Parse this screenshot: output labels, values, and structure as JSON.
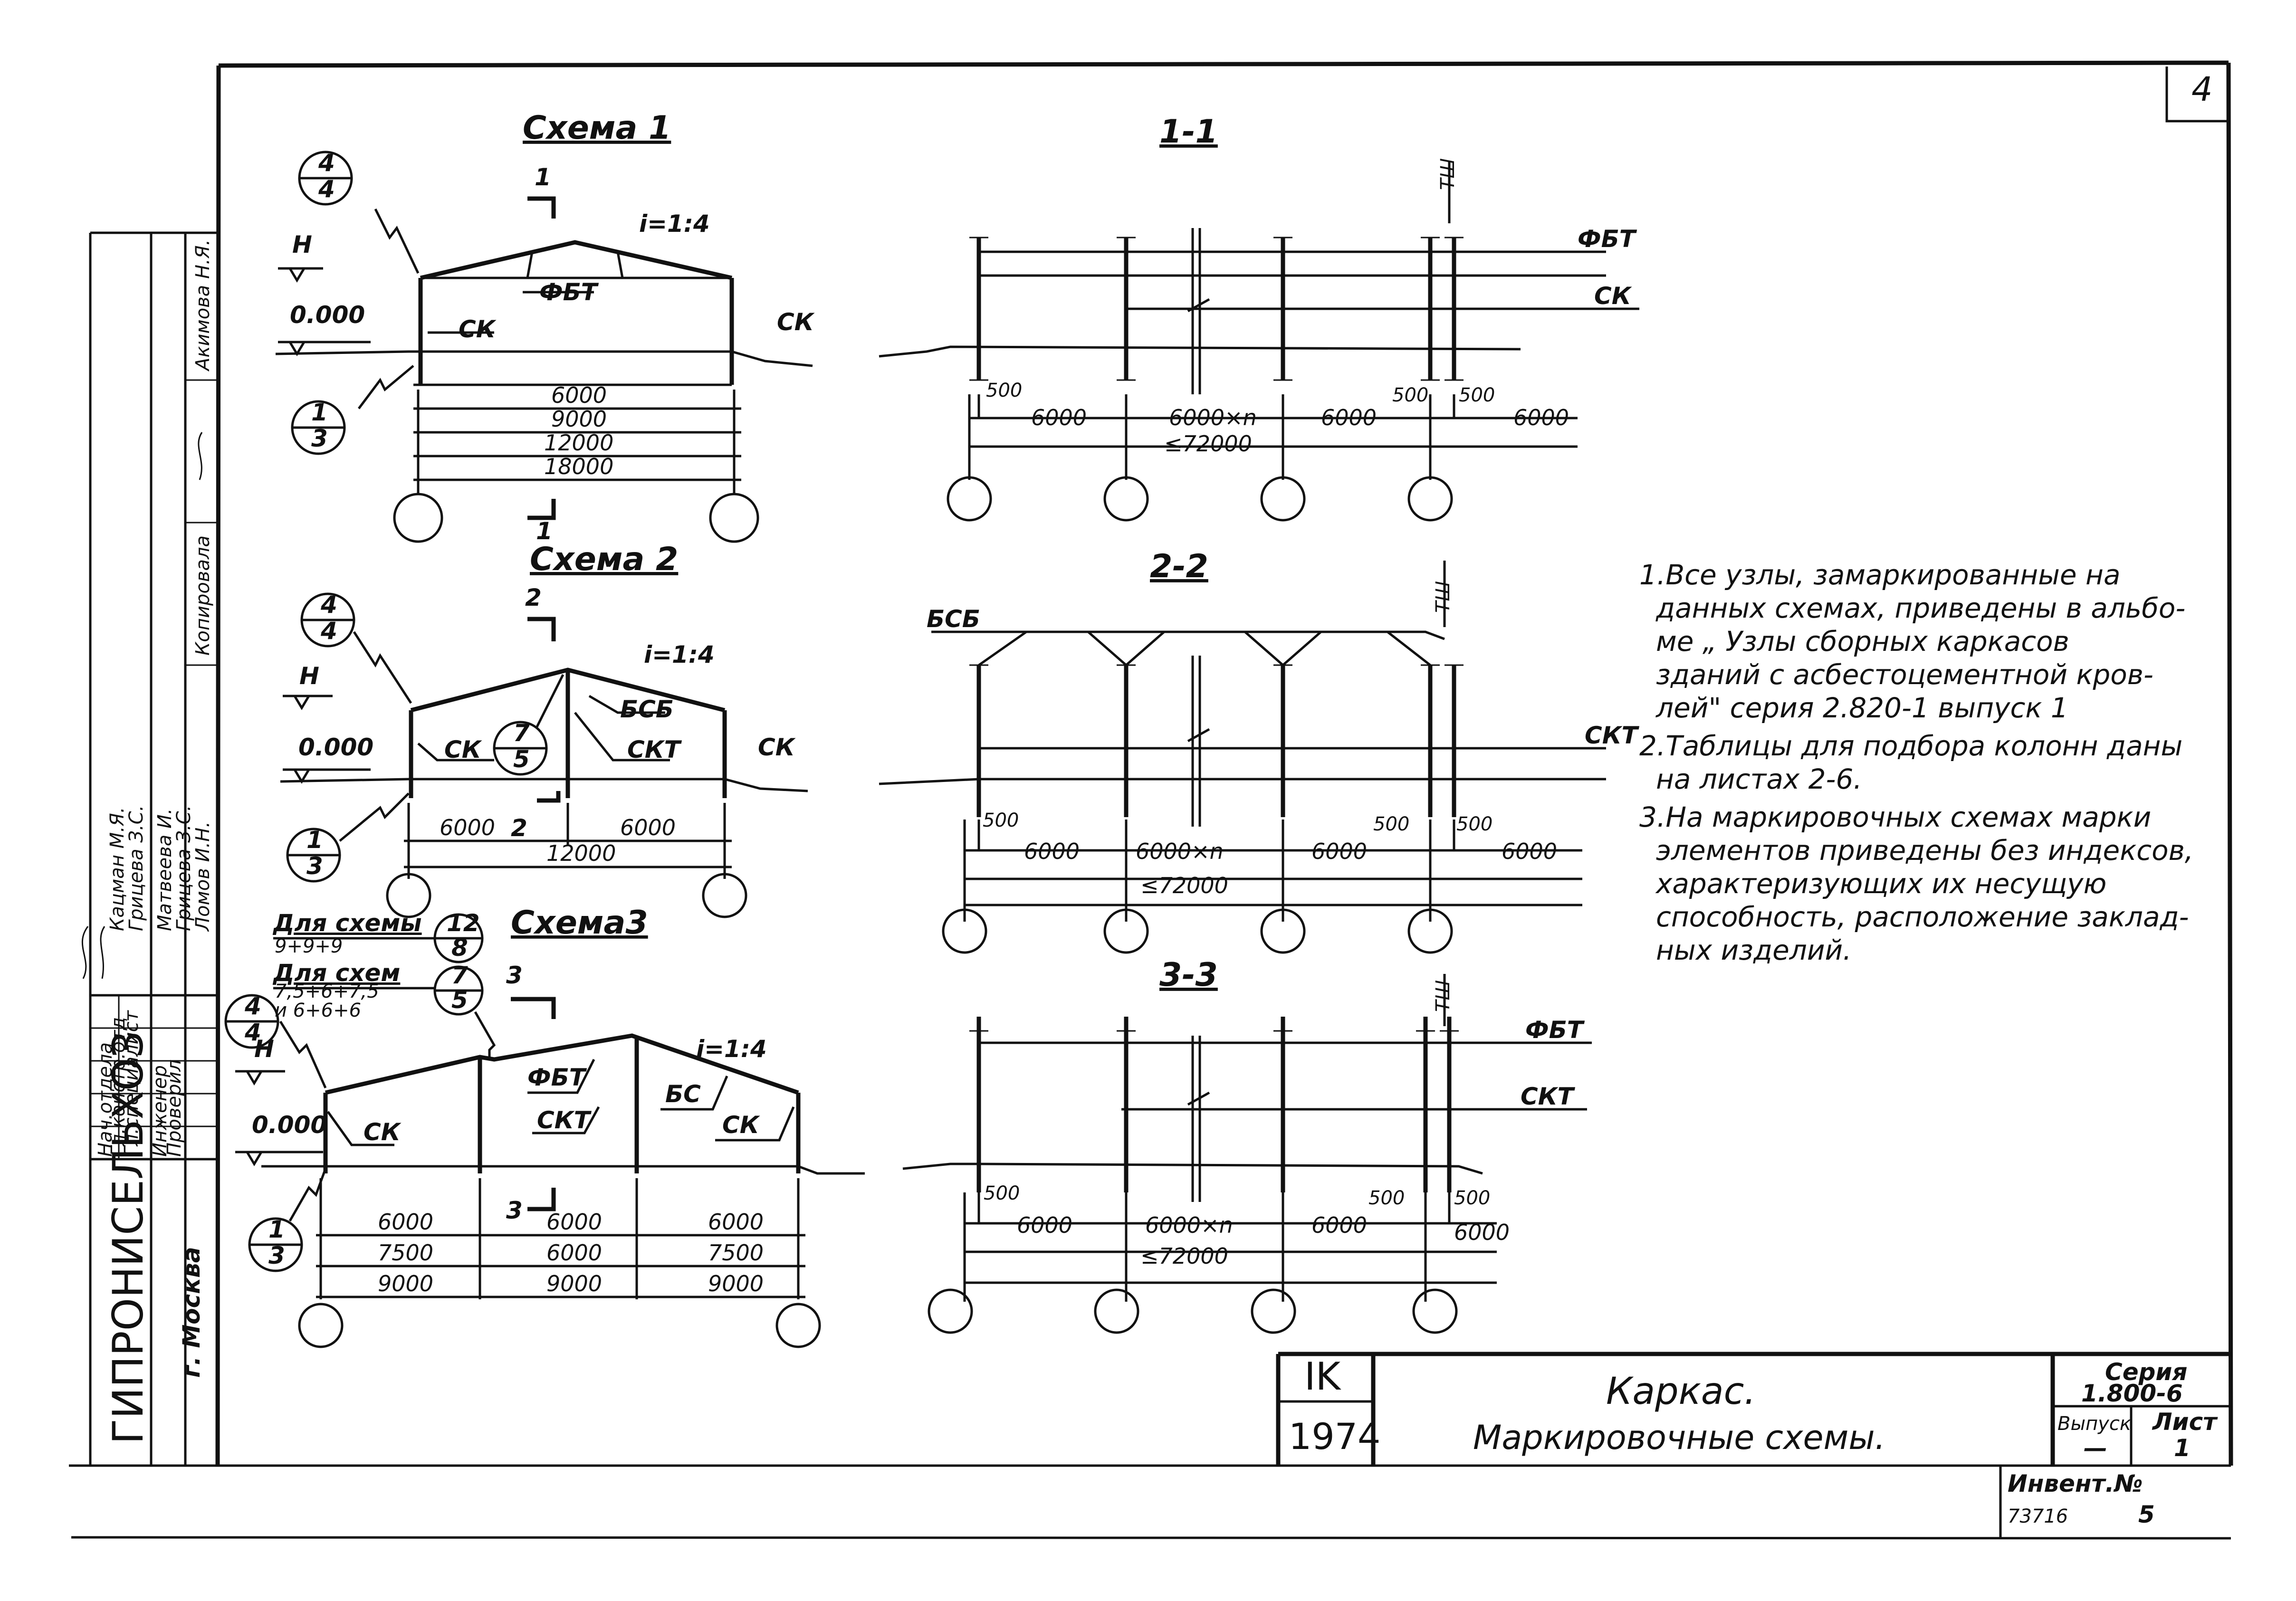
{
  "sheet": {
    "page_number": "4",
    "org": "ГИПРОНИСЕЛЬХОЗ",
    "city": "г. Москва",
    "roles": [
      "Нач.отдела",
      "Гл.констр.отд",
      "Гл.специалист",
      "Инженер",
      "Проверил"
    ],
    "names": [
      "Ломов И.Н.",
      "Кацман М.Я.",
      "Грицева З.С.",
      "Матвеева И.",
      "Грицева З.С."
    ],
    "copied": "Копировала",
    "copier": "Акимова Н.Я."
  },
  "scheme1": {
    "title": "Схема 1",
    "section": "1",
    "slope": "i=1:4",
    "level_mark": "Н",
    "zero": "0.000",
    "labels": {
      "fbt": "ФБТ",
      "ck_left": "СК",
      "ck_right": "СК"
    },
    "node_top": {
      "num": "4",
      "den": "4"
    },
    "node_bot": {
      "num": "1",
      "den": "3"
    },
    "spans": [
      "6000",
      "9000",
      "12000",
      "18000"
    ]
  },
  "scheme2": {
    "title": "Схема 2",
    "section": "2",
    "slope": "i=1:4",
    "level_mark": "Н",
    "zero": "0.000",
    "labels": {
      "bsb": "БСБ",
      "ck_left": "СК",
      "ckt": "СКТ",
      "ck_right": "СК"
    },
    "node_top": {
      "num": "4",
      "den": "4"
    },
    "node_mid": {
      "num": "7",
      "den": "5"
    },
    "node_bot": {
      "num": "1",
      "den": "3"
    },
    "spans": [
      "6000",
      "6000"
    ],
    "total": "12000"
  },
  "scheme3": {
    "title": "Схема3",
    "section": "3",
    "slope": "i=1:4",
    "level_mark": "Н",
    "zero": "0.000",
    "for_scheme": "Для схемы",
    "for_scheme_spans": "9+9+9",
    "for_schemes": "Для схем",
    "for_schemes_spans": "7,5+6+7,5",
    "for_schemes_spans2": "и 6+6+6",
    "node_a": {
      "num": "12",
      "den": "8"
    },
    "node_b": {
      "num": "7",
      "den": "5"
    },
    "node_top": {
      "num": "4",
      "den": "4"
    },
    "node_bot": {
      "num": "1",
      "den": "3"
    },
    "labels": {
      "fbt": "ФБТ",
      "bs": "БС",
      "ck_left": "СК",
      "ckt": "СКТ",
      "ck_right": "СК"
    },
    "rows": [
      [
        "6000",
        "6000",
        "6000"
      ],
      [
        "7500",
        "6000",
        "7500"
      ],
      [
        "9000",
        "9000",
        "9000"
      ]
    ]
  },
  "sec1": {
    "title": "1-1",
    "tsh": "ТШ",
    "fbt": "ФБТ",
    "ck": "СК",
    "dims": {
      "a": "500",
      "b": "500",
      "c": "500",
      "s1": "6000",
      "s2": "6000×n",
      "s3": "6000",
      "s4": "6000",
      "total": "≤72000"
    }
  },
  "sec2": {
    "title": "2-2",
    "tsh": "ТШ",
    "bsb": "БСБ",
    "ckt": "СКТ",
    "dims": {
      "a": "500",
      "b": "500",
      "c": "500",
      "s1": "6000",
      "s2": "6000×n",
      "s3": "6000",
      "s4": "6000",
      "total": "≤72000"
    }
  },
  "sec3": {
    "title": "3-3",
    "tsh": "ТШ",
    "fbt": "ФБТ",
    "ckt": "СКТ",
    "dims": {
      "a": "500",
      "b": "500",
      "c": "500",
      "s1": "6000",
      "s2": "6000×n",
      "s3": "6000",
      "s4": "6000",
      "total": "≤72000"
    }
  },
  "notes": [
    "1.Все узлы, замаркированные на",
    "данных схемах, приведены в альбо-",
    "ме „ Узлы сборных каркасов",
    "зданий с асбестоцементной кров-",
    "лей\" серия 2.820-1 выпуск 1",
    "2.Таблицы для подбора колонн даны",
    "на листах 2-6.",
    "3.На маркировочных схемах марки",
    "элементов приведены без индексов,",
    "характеризующих их несущую",
    "способность, расположение заклад-",
    "ных изделий."
  ],
  "title_block": {
    "code": "IK",
    "year": "1974",
    "title1": "Каркас.",
    "title2": "Маркировочные схемы.",
    "series_label": "Серия",
    "series": "1.800-6",
    "issue_label": "Выпуск",
    "issue": "—",
    "sheet_label": "Лист",
    "sheet": "1"
  },
  "inventory": {
    "label": "Инвент.№",
    "number": "73716",
    "copy": "5"
  }
}
